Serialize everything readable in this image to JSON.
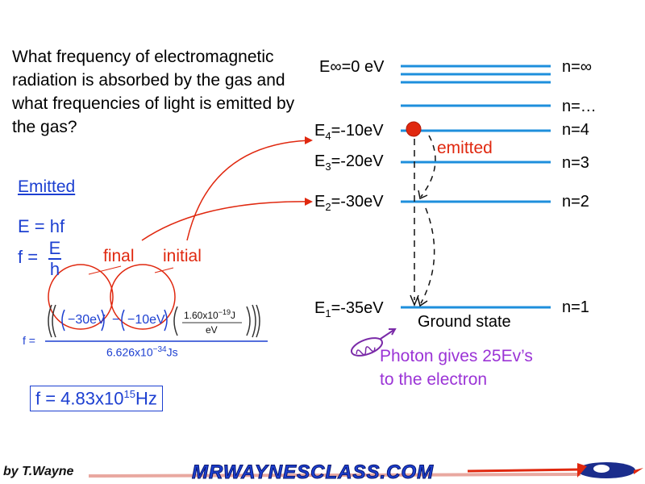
{
  "question": "What frequency of electromagnetic radiation is absorbed by the gas and what frequencies of light is emitted by the gas?",
  "levels": {
    "inf": {
      "label": "E∞=0 eV",
      "n": "n=∞"
    },
    "dots": {
      "n": "n=…"
    },
    "e4": {
      "label_main": "E",
      "sub": "4",
      "label_rest": "=-10eV",
      "n": "n=4"
    },
    "e3": {
      "label_main": "E",
      "sub": "3",
      "label_rest": "=-20eV",
      "n": "n=3"
    },
    "e2": {
      "label_main": "E",
      "sub": "2",
      "label_rest": "=-30eV",
      "n": "n=2"
    },
    "e1": {
      "label_main": "E",
      "sub": "1",
      "label_rest": "=-35eV",
      "n": "n=1"
    }
  },
  "ground_state": "Ground state",
  "emitted_label": "emitted",
  "photon_text_1": "Photon gives 25Ev’s",
  "photon_text_2": "to the electron",
  "work": {
    "heading": "Emitted",
    "eq1": "E = hf",
    "f_prefix": "f =",
    "frac_num": "E",
    "frac_den": "h",
    "final_label": "final",
    "initial_label": "initial",
    "f_eq": "f =",
    "term_final": "−30eV",
    "minus": "−",
    "term_initial": "−10eV",
    "conv_num": "1.60x10",
    "conv_exp": "−19",
    "conv_unit": "J",
    "conv_den": "eV",
    "denom_base": "6.626x10",
    "denom_exp": "−34",
    "denom_unit": "Js",
    "result_base": "f = 4.83x10",
    "result_exp": "15",
    "result_unit": "Hz"
  },
  "footer": {
    "author": "by T.Wayne",
    "brand": "MRWAYNESCLASS.COM"
  },
  "colors": {
    "level_line": "#1e8fdc",
    "annotation_red": "#e0280f",
    "math_blue": "#1c3fd1",
    "photon_purple": "#9b34d6"
  }
}
